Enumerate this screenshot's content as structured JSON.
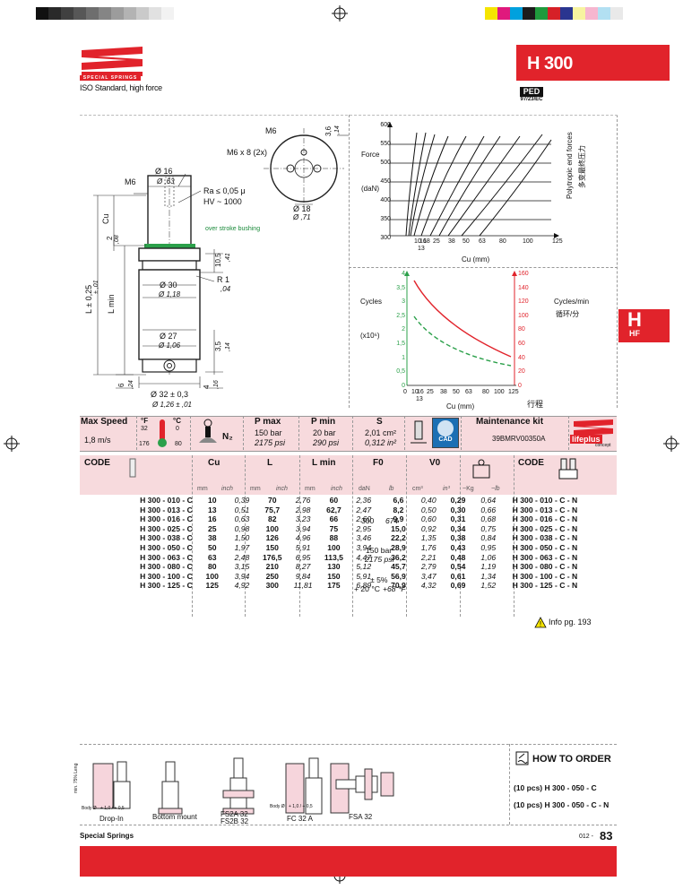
{
  "header": {
    "brand_line1": "SPECIAL SPRINGS",
    "subtitle": "ISO Standard, high force",
    "model": "H 300",
    "ped": "PED",
    "ped_sub": "97/23/EC",
    "side_tab_big": "H",
    "side_tab_small": "HF"
  },
  "drawing": {
    "m6_top": "M6",
    "m6x8": "M6 x 8 (2x)",
    "dim_36": "3,6",
    "dim_36_in": ",14",
    "d18": "Ø 18",
    "d18_in": "Ø ,71",
    "m6_side": "M6",
    "d16": "Ø 16",
    "d16_in": "Ø ,63",
    "ra": "Ra ≤ 0,05 μ",
    "hv": "HV ~ 1000",
    "cu": "Cu",
    "dim_2": "2",
    "dim_2_in": ",08",
    "bushing": "over stroke bushing",
    "dim_105": "10,5",
    "dim_105_in": ",41",
    "r1": "R 1",
    "r1_in": ",04",
    "d30": "Ø 30",
    "d30_in": "Ø 1,18",
    "l025": "L ± 0,25",
    "l025_in": "± ,01",
    "lmin": "L min",
    "d27": "Ø 27",
    "d27_in": "Ø 1,06",
    "dim_35": "3,5",
    "dim_35_in": ",14",
    "dim_6": "6",
    "dim_6_in": ",24",
    "dim_4": "4",
    "dim_4_in": ",16",
    "d32": "Ø 32 ± 0,3",
    "d32_in": "Ø 1,26 ± ,01"
  },
  "chart_force": {
    "ylabel1": "Force",
    "ylabel2": "(daN)",
    "xlabel": "Cu (mm)",
    "yticks": [
      "600",
      "550",
      "500",
      "450",
      "400",
      "350",
      "300"
    ],
    "xticks": [
      "10",
      "16",
      "18",
      "25",
      "38",
      "50",
      "63",
      "80",
      "100",
      "125"
    ],
    "xtick_13": "13",
    "side1": "Polytropic end forces",
    "side2": "多变最终压力"
  },
  "chart_cycles": {
    "ylabel1": "Cycles",
    "ylabel2": "(x10⁶)",
    "yticks_left": [
      "4",
      "3,5",
      "3",
      "2,5",
      "2",
      "1,5",
      "1",
      "0,5",
      "0"
    ],
    "yticks_right": [
      "160",
      "140",
      "120",
      "100",
      "80",
      "60",
      "40",
      "20",
      "0"
    ],
    "xticks": [
      "0",
      "10",
      "16",
      "25",
      "38",
      "50",
      "63",
      "80",
      "100",
      "125"
    ],
    "xtick_13": "13",
    "xlabel": "Cu (mm)",
    "right1": "Cycles/min",
    "right2": "循环/分",
    "xlabel_cn": "行程"
  },
  "specs": {
    "max_speed_label": "Max Speed",
    "max_speed_value": "1,8 m/s",
    "temp_f": "°F",
    "temp_c": "°C",
    "temp_f_hi": "32",
    "temp_f_lo": "176",
    "temp_c_hi": "0",
    "temp_c_lo": "80",
    "gas": "N₂",
    "pmax_label": "P max",
    "pmax_v1": "150 bar",
    "pmax_v2": "2175 psi",
    "pmin_label": "P min",
    "pmin_v1": "20 bar",
    "pmin_v2": "290 psi",
    "s_label": "S",
    "s_v1": "2,01 cm²",
    "s_v2": "0,312 in²",
    "cad": "CAD",
    "maint_label": "Maintenance kit",
    "maint_code": "39BMRV00350A",
    "lifeplus": "lifeplus",
    "lifeplus_sub": "concept"
  },
  "table": {
    "h_code": "CODE",
    "h_cu": "Cu",
    "h_l": "L",
    "h_lmin": "L min",
    "h_f0": "F0",
    "h_v0": "V0",
    "h_code2": "CODE",
    "u_mm": "mm",
    "u_inch": "inch",
    "u_dan": "daN",
    "u_lb": "lb",
    "u_cm3": "cm³",
    "u_in3": "in³",
    "u_kg": "~Kg",
    "u_lbw": "~lb",
    "f0_v1": "300",
    "f0_v2": "674",
    "p_v1": "150 bar",
    "p_v2": "2175 psi",
    "tol1": "± 5%",
    "tol2a": "+ 20 °C",
    "tol2b": "+68 °F",
    "rows": [
      [
        "H 300 - 010 - C",
        "10",
        "0,39",
        "70",
        "2,76",
        "60",
        "2,36",
        "6,6",
        "0,40",
        "0,29",
        "0,64",
        "H 300 - 010 - C - N"
      ],
      [
        "H 300 - 013 - C",
        "13",
        "0,51",
        "75,7",
        "2,98",
        "62,7",
        "2,47",
        "8,2",
        "0,50",
        "0,30",
        "0,66",
        "H 300 - 013 - C - N"
      ],
      [
        "H 300 - 016 - C",
        "16",
        "0,63",
        "82",
        "3,23",
        "66",
        "2,60",
        "9,9",
        "0,60",
        "0,31",
        "0,68",
        "H 300 - 016 - C - N"
      ],
      [
        "H 300 - 025 - C",
        "25",
        "0,98",
        "100",
        "3,94",
        "75",
        "2,95",
        "15,0",
        "0,92",
        "0,34",
        "0,75",
        "H 300 - 025 - C - N"
      ],
      [
        "H 300 - 038 - C",
        "38",
        "1,50",
        "126",
        "4,96",
        "88",
        "3,46",
        "22,2",
        "1,35",
        "0,38",
        "0,84",
        "H 300 - 038 - C - N"
      ],
      [
        "H 300 - 050 - C",
        "50",
        "1,97",
        "150",
        "5,91",
        "100",
        "3,94",
        "28,9",
        "1,76",
        "0,43",
        "0,95",
        "H 300 - 050 - C - N"
      ],
      [
        "H 300 - 063 - C",
        "63",
        "2,48",
        "176,5",
        "6,95",
        "113,5",
        "4,47",
        "36,2",
        "2,21",
        "0,48",
        "1,06",
        "H 300 - 063 - C - N"
      ],
      [
        "H 300 - 080 - C",
        "80",
        "3,15",
        "210",
        "8,27",
        "130",
        "5,12",
        "45,7",
        "2,79",
        "0,54",
        "1,19",
        "H 300 - 080 - C - N"
      ],
      [
        "H 300 - 100 - C",
        "100",
        "3,94",
        "250",
        "9,84",
        "150",
        "5,91",
        "56,9",
        "3,47",
        "0,61",
        "1,34",
        "H 300 - 100 - C - N"
      ],
      [
        "H 300 - 125 - C",
        "125",
        "4,92",
        "300",
        "11,81",
        "175",
        "6,89",
        "70,9",
        "4,32",
        "0,69",
        "1,52",
        "H 300 - 125 - C - N"
      ]
    ],
    "info": "Info pg. 193"
  },
  "mounts": {
    "items": [
      "Drop-In",
      "Bottom mount",
      "FS2A 32",
      "FS2B 32",
      "FC 32 A",
      "FSA 32"
    ],
    "body1": "Body Ø",
    "body1_v": "+ 1,0 / + 0,5",
    "body2": "Body Ø",
    "body2_v": "+ 1,0 / + 0,5",
    "min_label": "min. 75% Leng"
  },
  "order": {
    "title": "HOW TO ORDER",
    "line1": "(10 pcs) H 300 - 050 - C",
    "line2": "(10 pcs) H 300 - 050 - C - N"
  },
  "footer": {
    "left": "Special Springs",
    "page_prefix": "012 -",
    "page": "83"
  }
}
